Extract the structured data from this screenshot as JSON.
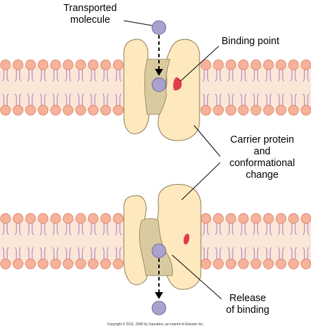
{
  "labels": {
    "transported_molecule_1": "Transported",
    "transported_molecule_2": "molecule",
    "binding_point": "Binding point",
    "carrier_1": "Carrier protein",
    "carrier_2": "and",
    "carrier_3": "conformational",
    "carrier_4": "change",
    "release_1": "Release",
    "release_2": "of binding"
  },
  "copyright": "Copyright © 2011, 2006 by Saunders, an imprint of Elsevier Inc.",
  "colors": {
    "lipid_head": "#f7b29a",
    "lipid_head_stroke": "#d77f68",
    "lipid_tail": "#b58bc0",
    "membrane_core": "#fbe7d8",
    "protein_fill": "#fde9bd",
    "protein_stroke": "#8c7a55",
    "channel_fill": "#d9caa0",
    "molecule_fill": "#a9a2cf",
    "molecule_stroke": "#6d6699",
    "binding_site": "#e23b4f"
  }
}
